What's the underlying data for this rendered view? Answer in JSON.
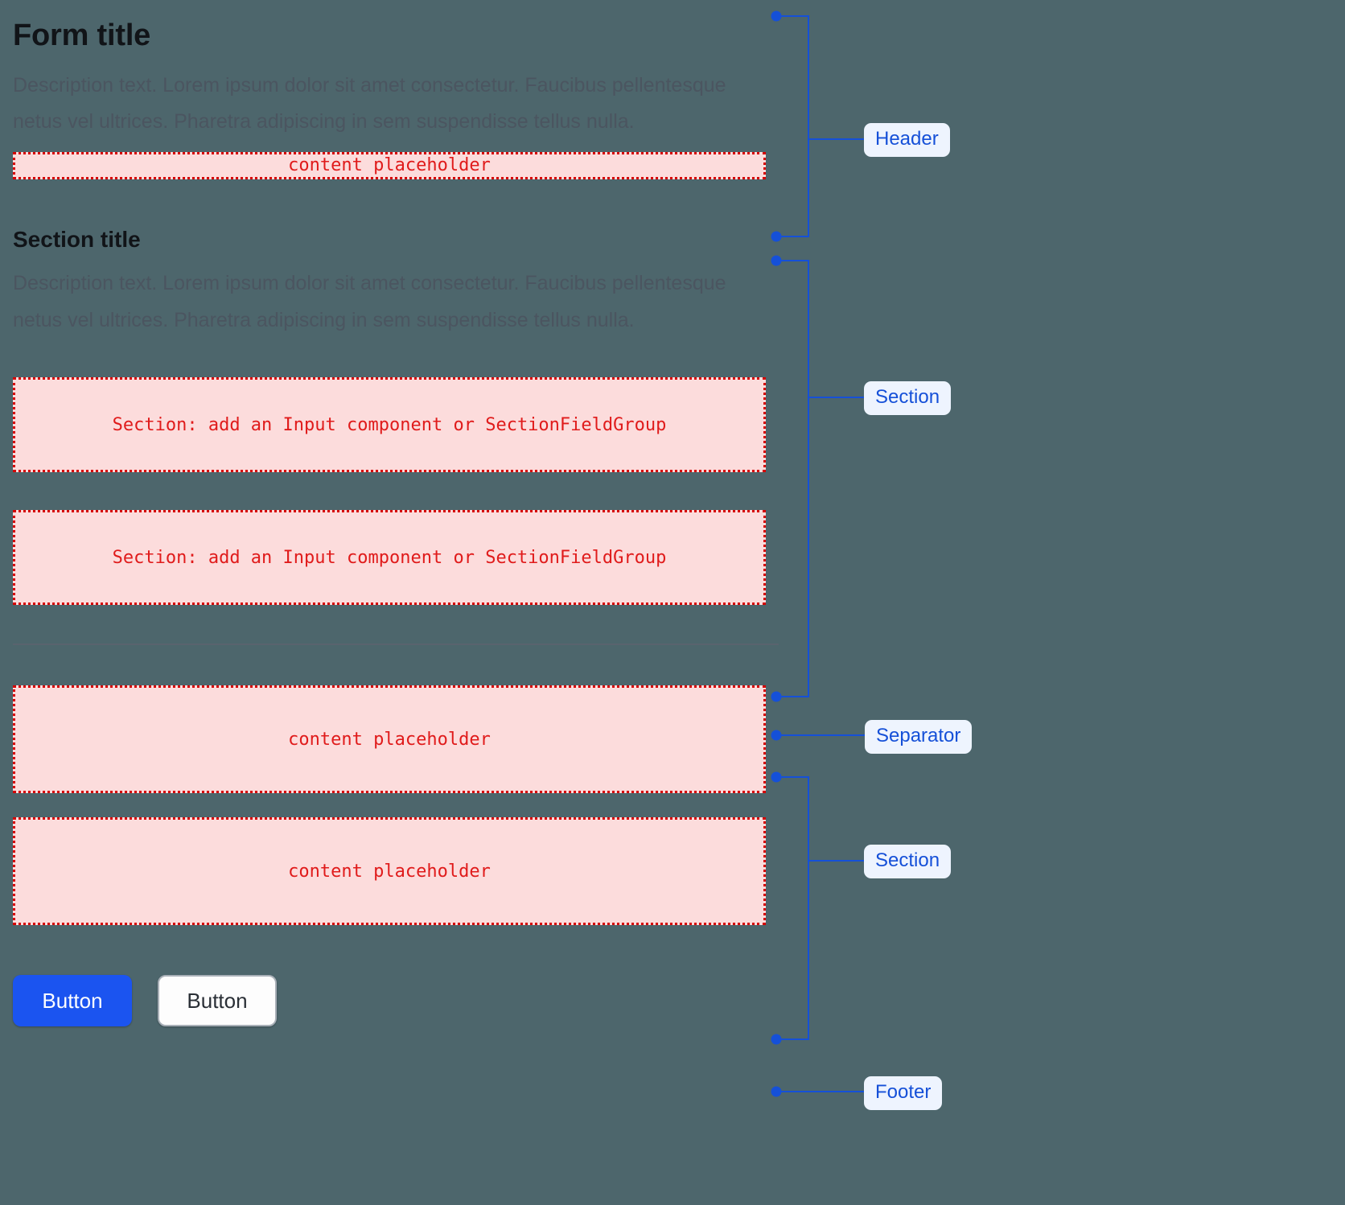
{
  "background_color": "#4d666c",
  "accent_color": "#1550d8",
  "placeholder_color": "#e01b1b",
  "placeholder_fill": "#fcdcdc",
  "header": {
    "title": "Form title",
    "description": "Description text. Lorem ipsum dolor sit amet consectetur. Faucibus pellentesque netus vel ultrices. Pharetra adipiscing in sem suspendisse tellus nulla.",
    "placeholder": "content placeholder"
  },
  "section": {
    "title": "Section title",
    "description": "Description text. Lorem ipsum dolor sit amet consectetur. Faucibus pellentesque netus vel ultrices. Pharetra adipiscing in sem suspendisse tellus nulla.",
    "field_placeholder_1": "Section: add an Input component or SectionFieldGroup",
    "field_placeholder_2": "Section: add an Input component or SectionFieldGroup"
  },
  "section_two": {
    "placeholder_1": "content placeholder",
    "placeholder_2": "content placeholder"
  },
  "footer": {
    "primary_button": "Button",
    "secondary_button": "Button"
  },
  "annotations": {
    "header_label": "Header",
    "section_label": "Section",
    "separator_label": "Separator",
    "section_two_label": "Section",
    "footer_label": "Footer"
  }
}
